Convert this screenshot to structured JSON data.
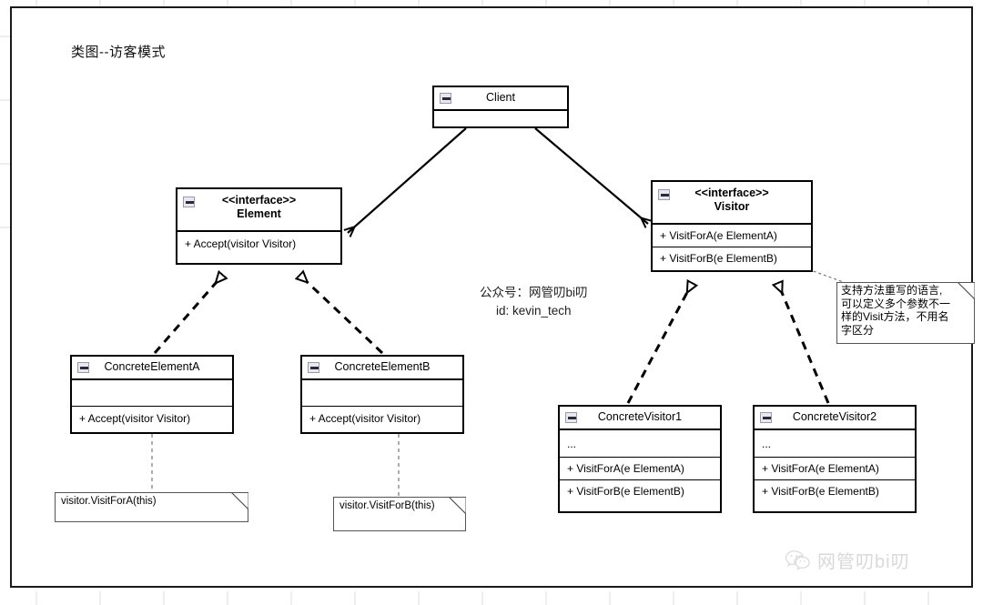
{
  "diagram": {
    "title": "类图--访客模式",
    "type": "uml-class-diagram",
    "pattern": "Visitor Pattern"
  },
  "classes": {
    "client": {
      "name": "Client",
      "stereotype": "",
      "icon": "collapse-icon",
      "compartments": [
        ""
      ]
    },
    "element": {
      "stereotype": "<<interface>>",
      "name": "Element",
      "icon": "collapse-icon",
      "methods": [
        "+ Accept(visitor Visitor)"
      ]
    },
    "visitor": {
      "stereotype": "<<interface>>",
      "name": "Visitor",
      "icon": "collapse-icon",
      "methods": [
        "+ VisitForA(e ElementA)",
        "+ VisitForB(e ElementB)"
      ]
    },
    "concrete_element_a": {
      "name": "ConcreteElementA",
      "icon": "collapse-icon",
      "attributes": "",
      "methods": [
        "+ Accept(visitor Visitor)"
      ]
    },
    "concrete_element_b": {
      "name": "ConcreteElementB",
      "icon": "collapse-icon",
      "attributes": "",
      "methods": [
        "+ Accept(visitor Visitor)"
      ]
    },
    "concrete_visitor_1": {
      "name": "ConcreteVisitor1",
      "icon": "collapse-icon",
      "attributes": "...",
      "methods": [
        "+ VisitForA(e ElementA)",
        "+ VisitForB(e ElementB)"
      ]
    },
    "concrete_visitor_2": {
      "name": "ConcreteVisitor2",
      "icon": "collapse-icon",
      "attributes": "...",
      "methods": [
        "+ VisitForA(e ElementA)",
        "+ VisitForB(e ElementB)"
      ]
    }
  },
  "notes": {
    "note_a": "visitor.VisitForA(this)",
    "note_b": "visitor.VisitForB(this)",
    "note_visitor_cn": "支持方法重写的语言,\n可以定义多个参数不一\n样的Visit方法，不用名\n字区分"
  },
  "watermarks": {
    "center": "公众号：网管叨bi叨\nid: kevin_tech",
    "bottom_right": "网管叨bi叨"
  },
  "colors": {
    "line": "#000000",
    "border": "#1a1a1a",
    "background": "#ffffff",
    "watermark_gray": "#d9d9d9",
    "icon_fill": "#e8e8f0"
  }
}
